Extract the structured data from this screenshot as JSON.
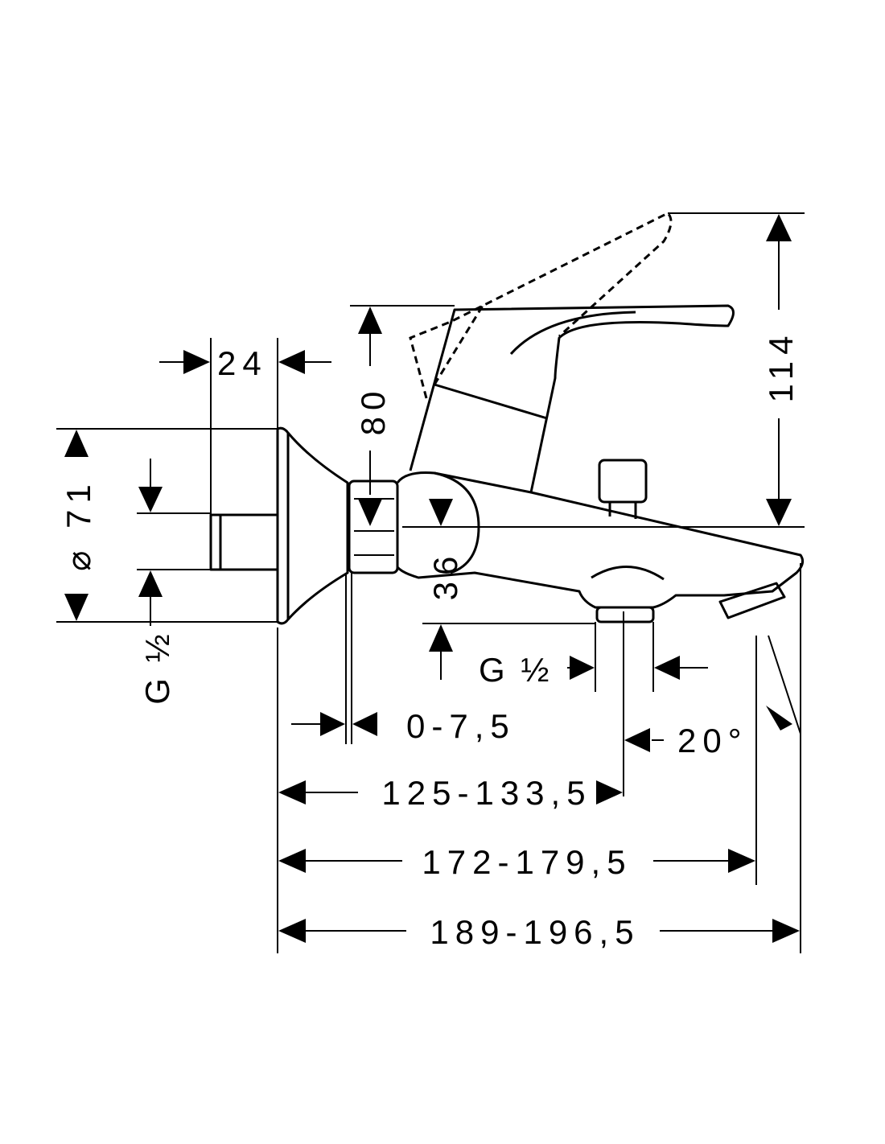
{
  "drawing": {
    "dimensions": {
      "width_24": "24",
      "height_80": "80",
      "height_114": "114",
      "diameter_71": "⌀ 71",
      "thread_left": "G ½",
      "height_36": "36",
      "thread_right": "G ½",
      "adjust_0_7_5": "0-7,5",
      "angle_20": "20°",
      "length_125": "125-133,5",
      "length_172": "172-179,5",
      "length_189": "189-196,5"
    },
    "colors": {
      "line": "#000000",
      "background": "#ffffff"
    }
  }
}
